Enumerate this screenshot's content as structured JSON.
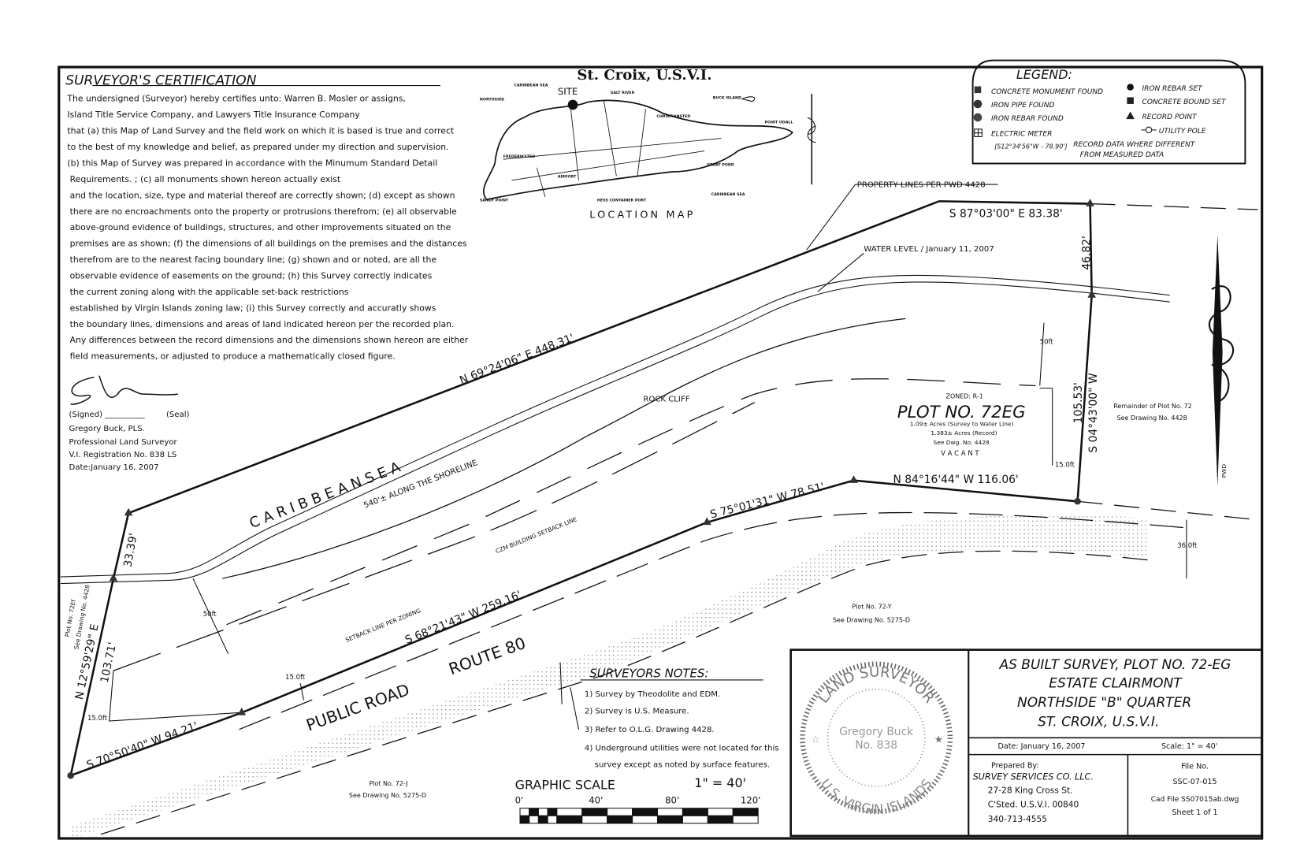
{
  "certification": {
    "title": "SURVEYOR'S CERTIFICATION",
    "lines": [
      "The undersigned (Surveyor) hereby certifies unto: Warren B. Mosler or assigns,",
      "Island Title Service Company, and Lawyers Title Insurance Company",
      "that (a) this Map of Land Survey and the field work on which it is based is true and correct",
      "to the best of my knowledge and belief, as prepared under my direction and supervision.",
      "(b) this Map of Survey was prepared in accordance with the Minumum Standard Detail",
      "Requirements.   ; (c) all monuments shown hereon actually exist",
      "and the location, size, type and material thereof are correctly shown; (d) except as shown",
      "there are no encroachments onto the property or protrusions therefrom; (e) all observable",
      "above-ground evidence of buildings, structures, and other improvements situated on the",
      "premises are as shown; (f) the dimensions of all buildings on the premises and the distances",
      "therefrom are to the nearest facing boundary line; (g) shown and or noted, are all the",
      "observable  evidence of easements on the ground;          (h) this Survey correctly indicates",
      "the current zoning along with the applicable set-back restrictions",
      "established by Virgin Islands zoning law; (i) this Survey correctly and accuratly shows",
      "the boundary lines, dimensions and areas of land indicated hereon per the recorded plan.",
      "Any differences between the record dimensions and the dimensions shown hereon are either",
      "field measurements, or adjusted to produce a mathematically closed figure."
    ],
    "signed_label": "(Signed) __________",
    "seal_label": "(Seal)",
    "name": "Gregory Buck, PLS.",
    "role": "Professional Land Surveyor",
    "registration": "V.I. Registration No. 838 LS",
    "date": "Date:January 16, 2007"
  },
  "location_map": {
    "title": "St. Croix, U.S.V.I.",
    "caption": "LOCATION MAP",
    "site": "SITE",
    "places": [
      "CARIBBEAN SEA",
      "NORTHSIDE",
      "SALT RIVER",
      "BUCK ISLAND",
      "CHRISTIANSTED",
      "POINT UDALL",
      "FREDERIKSTED",
      "AIRPORT",
      "GREAT POND",
      "CARIBBEAN SEA",
      "SANDY POINT",
      "HESS CONTAINER PORT"
    ]
  },
  "legend": {
    "title": "LEGEND:",
    "items_left": [
      "CONCRETE MONUMENT FOUND",
      "IRON PIPE FOUND",
      "IRON REBAR FOUND",
      "ELECTRIC METER"
    ],
    "items_right": [
      "IRON REBAR SET",
      "CONCRETE BOUND SET",
      "RECORD POINT",
      "UTILITY POLE"
    ],
    "record_example": "[S12°34'56\"W - 78.90']",
    "record_note_1": "RECORD DATA WHERE DIFFERENT",
    "record_note_2": "FROM MEASURED DATA"
  },
  "plan": {
    "bearings": {
      "north_line": "N 69°24'06\" E  448.31'",
      "top_line": "S 87°03'00\" E   83.38'",
      "east_upper": "46.82'",
      "east_lower_dist": "105.53'",
      "east_lower_bearing": "S 04°43'00\" W",
      "south_1": "N 84°16'44\" W    116.06'",
      "south_2": "S 75°01'31\" W   78.51'",
      "south_3": "S 68°21'43\" W   259.16'",
      "south_4": "S 70°50'40\" W   94.21'",
      "west_bearing": "N 12°59'29\" E",
      "west_dist": "103.71'",
      "west_upper": "33.39'"
    },
    "labels": {
      "property_lines": "PROPERTY LINES PER PWD 4428",
      "water_level": "WATER LEVEL / January 11, 2007",
      "caribbean_sea": "C A R I B B E A N   S E A",
      "shoreline": "540'± ALONG THE SHORELINE",
      "rock_cliff": "ROCK CLIFF",
      "czm": "CZM BUILDING SETBACK LINE",
      "setback": "SETBACK LINE PER ZONING",
      "public_road": "PUBLIC ROAD",
      "route": "ROUTE 80",
      "d50_right": "50ft",
      "d50_left": "50ft",
      "d15_right": "15.0ft",
      "d15_mid": "15.0ft",
      "d15_left": "15.0ft",
      "d36": "36.0ft",
      "remainder_1": "Remainder of Plot No. 72",
      "remainder_2": "See Drawing No. 4428",
      "plot_72y_1": "Plot No. 72-Y",
      "plot_72y_2": "See Drawing No. 5275-D",
      "plot_72j_1": "Plot No. 72-J",
      "plot_72j_2": "See Drawing No. 5275-D",
      "plot_72ef_1": "Plot No. 72Ef",
      "plot_72ef_2": "See Drawing No. 4428",
      "north_label": "PWD"
    },
    "plot": {
      "zoned": "ZONED: R-1",
      "name": "PLOT NO. 72EG",
      "acres_survey": "1.09± Acres (Survey to Water Line)",
      "acres_record": "1.383± Acres (Record)",
      "see_dwg": "See Dwg. No. 4428",
      "status": "V A C A N T"
    }
  },
  "notes": {
    "title": "SURVEYORS NOTES:",
    "items": [
      "1) Survey by Theodolite and EDM.",
      "2) Survey is U.S. Measure.",
      "3) Refer to O.L.G. Drawing 4428.",
      "4) Underground utilities were not located for this",
      "survey except as noted by surface features."
    ]
  },
  "graphic_scale": {
    "title": "GRAPHIC SCALE",
    "ratio": "1\" = 40'",
    "ticks": [
      "0'",
      "40'",
      "80'",
      "120'"
    ]
  },
  "title_block": {
    "seal_top": "LAND SURVEYOR",
    "seal_bottom": "U.S. VIRGIN ISLANDS",
    "seal_name": "Gregory Buck",
    "seal_no": "No. 838",
    "title_lines": [
      "AS BUILT SURVEY,  PLOT NO. 72-EG",
      "ESTATE CLAIRMONT",
      "NORTHSIDE \"B\" QUARTER",
      "ST. CROIX, U.S.V.I."
    ],
    "date": "Date: January 16, 2007",
    "scale": "Scale: 1\" = 40'",
    "prepared_by": "Prepared By:",
    "company": "SURVEY SERVICES CO. LLC.",
    "address_1": "27-28 King Cross St.",
    "address_2": "C'Sted. U.S.V.I. 00840",
    "phone": "340-713-4555",
    "file_label": "File No.",
    "file_no": "SSC-07-015",
    "cad_file": "Cad File SS07015ab.dwg",
    "sheet": "Sheet 1 of 1"
  }
}
